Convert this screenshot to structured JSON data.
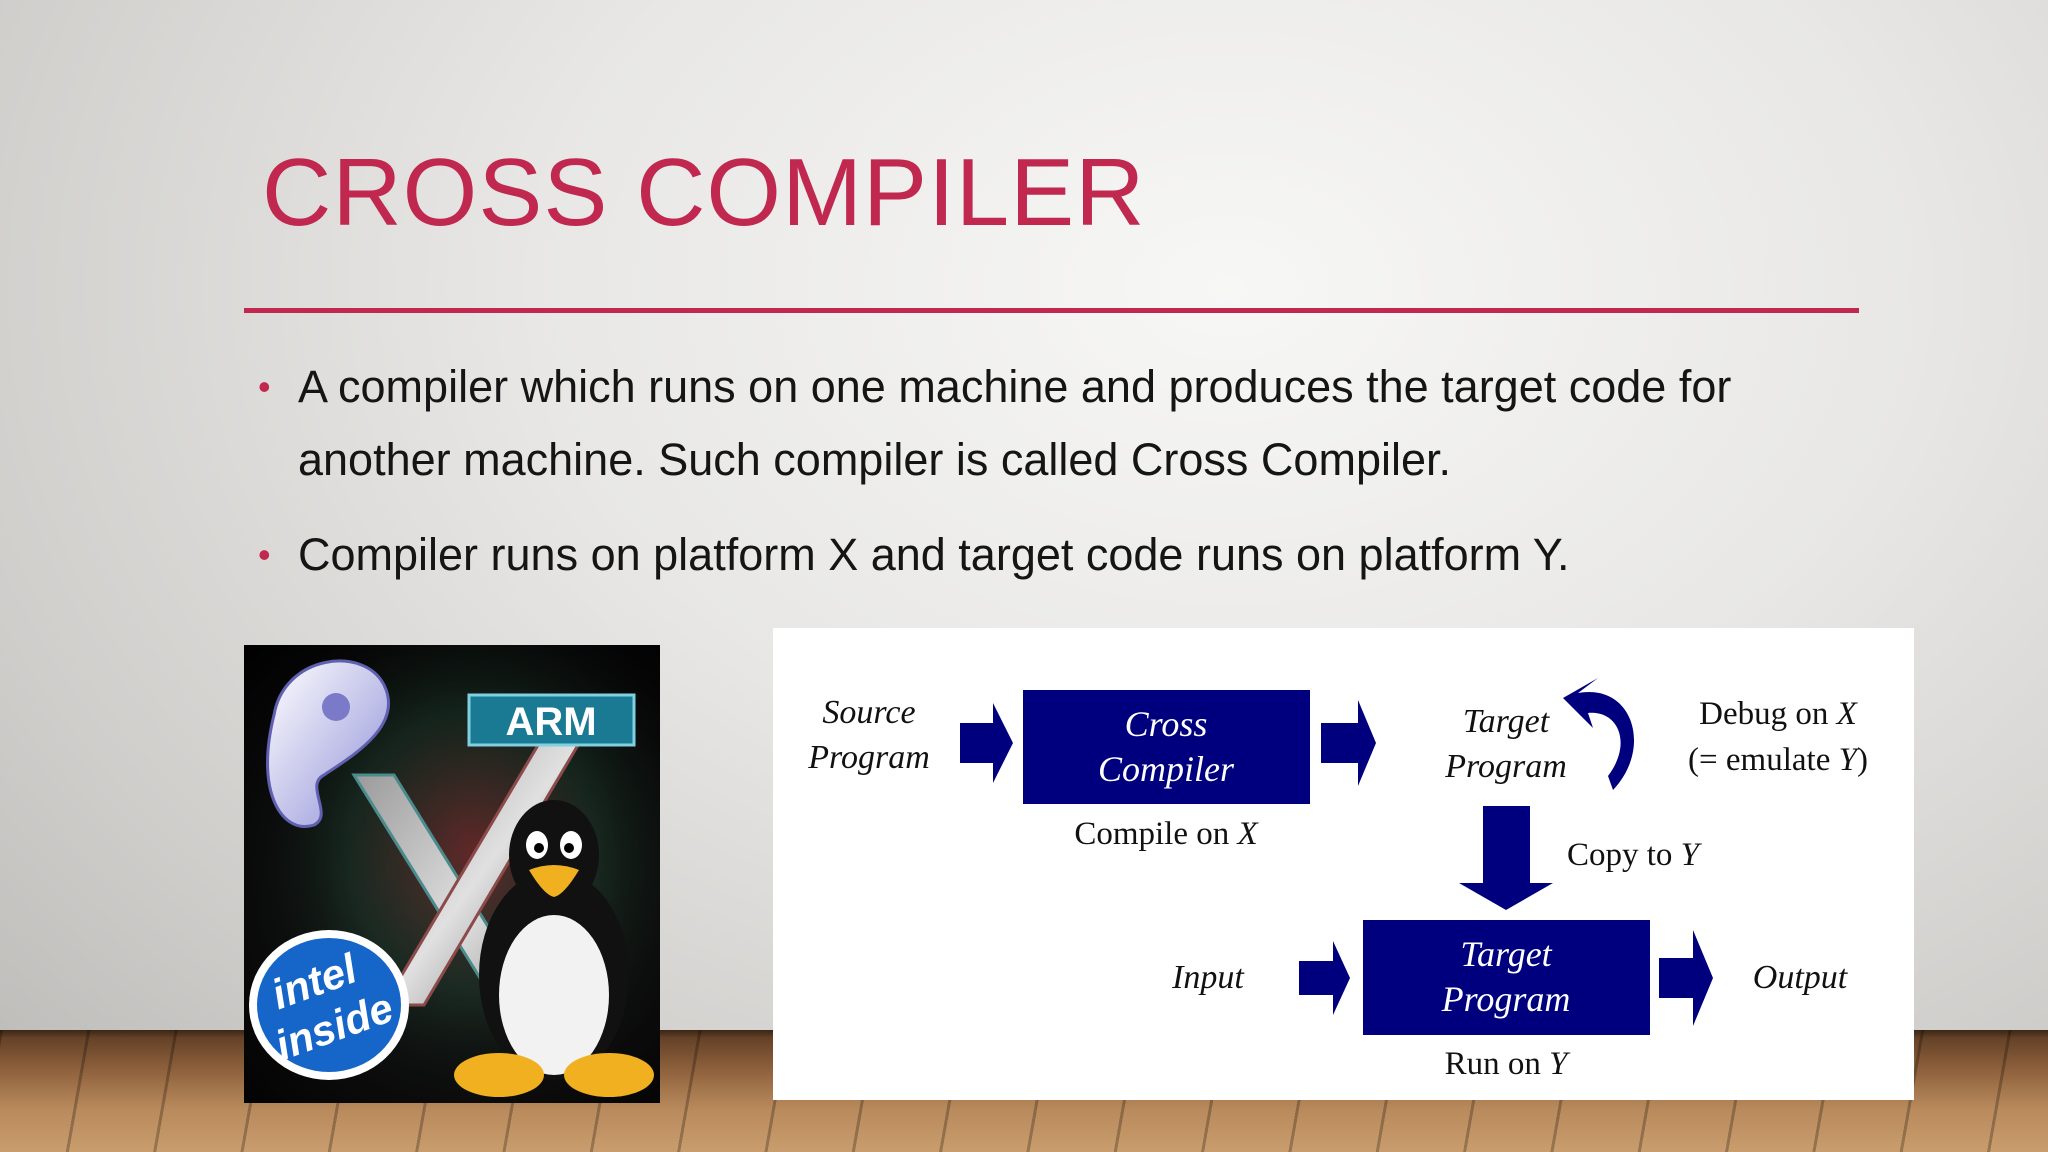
{
  "slide": {
    "title": "CROSS COMPILER",
    "bullets": [
      {
        "line1": "A compiler which runs on one machine and produces the target code for",
        "line2": "another machine. Such compiler is called Cross Compiler."
      },
      {
        "line1": "Compiler runs on platform X and target code runs on platform Y."
      }
    ],
    "colors": {
      "accent": "#c0284f",
      "diagram_blue": "#00007e"
    }
  },
  "logos": {
    "arm_label": "ARM",
    "intel_line1": "intel",
    "intel_line2": "inside"
  },
  "diagram": {
    "source_program": [
      "Source",
      "Program"
    ],
    "cross_compiler": [
      "Cross",
      "Compiler"
    ],
    "compile_on": "Compile on ",
    "compile_on_var": "X",
    "target_program": [
      "Target",
      "Program"
    ],
    "debug_on": "Debug on ",
    "debug_on_var": "X",
    "emulate_prefix": "(= emulate ",
    "emulate_var": "Y",
    "emulate_suffix": ")",
    "copy_to": "Copy to ",
    "copy_to_var": "Y",
    "input": "Input",
    "target_program_box": [
      "Target",
      "Program"
    ],
    "output": "Output",
    "run_on": "Run on ",
    "run_on_var": "Y"
  }
}
